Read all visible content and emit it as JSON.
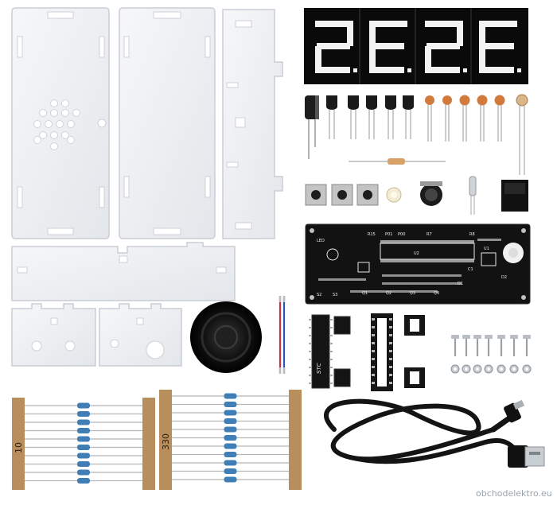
{
  "resistor_strip_left": {
    "label": "10"
  },
  "resistor_strip_right": {
    "label": "330"
  },
  "ic_chip": {
    "label": "STC"
  },
  "pcb": {
    "silk": [
      "LED",
      "R15",
      "P01",
      "P00",
      "U2",
      "R7",
      "U1",
      "R8",
      "Q1",
      "Q2",
      "Q3",
      "Q4",
      "D1",
      "C1",
      "D2",
      "S2",
      "S3"
    ]
  },
  "watermark": {
    "text": "obchodelektro.eu"
  },
  "colors": {
    "pcb": "#121212",
    "acrylic": "#eef0f3",
    "led_display": "#0a0a0a",
    "strip_tape": "#b78e5c",
    "cable": "#141414"
  }
}
